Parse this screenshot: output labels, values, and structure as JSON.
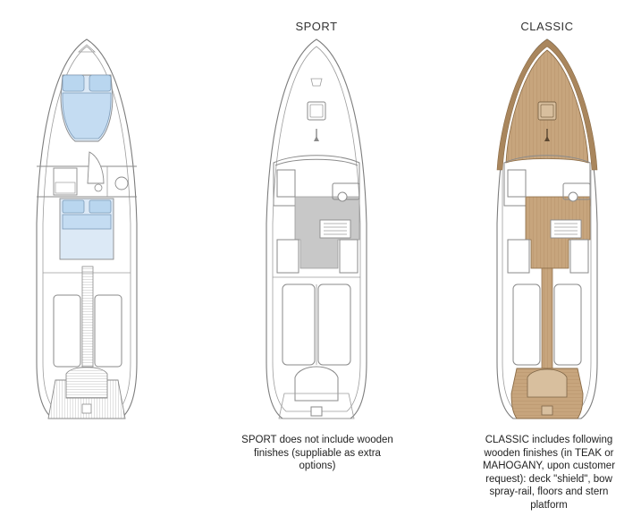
{
  "layouts": {
    "sport": {
      "title": "SPORT",
      "caption": "SPORT does not include wooden finishes (suppliable as extra options)"
    },
    "classic": {
      "title": "CLASSIC",
      "caption": "CLASSIC includes following wooden finishes (in TEAK or MAHOGANY, upon customer request): deck \"shield\", bow spray-rail, floors and stern platform"
    }
  },
  "colors": {
    "cabin_blue": "#b9d6ef",
    "cabin_blue_light": "#dce9f6",
    "sport_floor": "#c8c8c8",
    "teak": "#c7a57d",
    "teak_dark": "#a9865d",
    "outline": "#8a8a8a"
  }
}
